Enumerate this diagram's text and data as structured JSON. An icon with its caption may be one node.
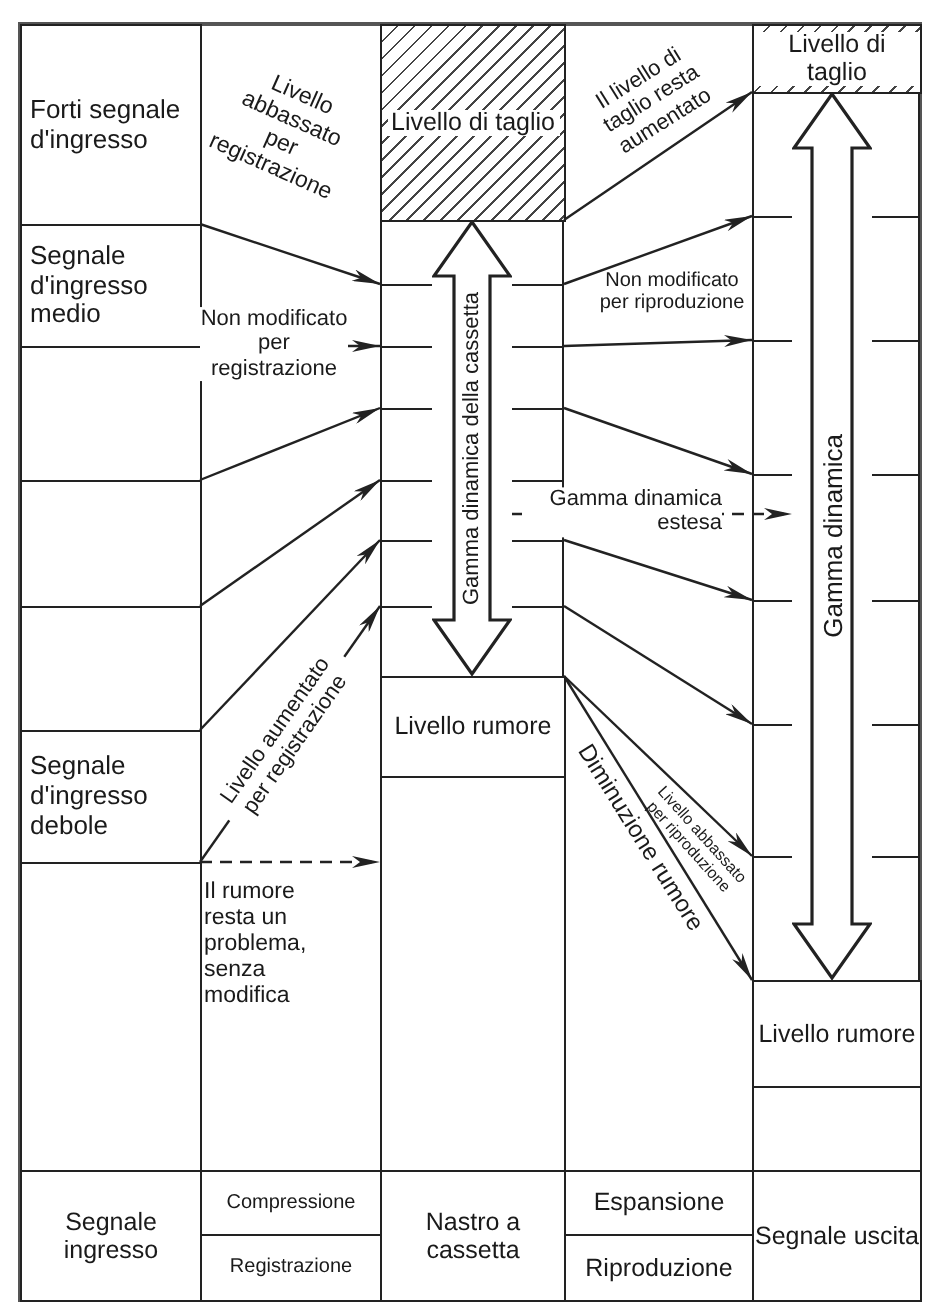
{
  "diagram": {
    "nodes": [
      {
        "text": [
          "Forti segnale d'ingresso"
        ]
      },
      {
        "text": [
          "Segnale d'ingresso medio"
        ]
      },
      {
        "text": [],
        "shape": "box"
      },
      {
        "text": [],
        "shape": "box"
      },
      {
        "text": [],
        "shape": "box"
      },
      {
        "text": [
          "Segnale d'ingresso debole"
        ]
      },
      {
        "text": [],
        "shape": "box"
      },
      {
        "text": [
          "Livello di taglio"
        ]
      },
      {
        "text": [],
        "shape": "box"
      },
      {
        "text": [],
        "shape": "box"
      },
      {
        "text": [],
        "shape": "box"
      },
      {
        "text": [],
        "shape": "box"
      },
      {
        "text": [],
        "shape": "box"
      },
      {
        "text": [],
        "shape": "box"
      },
      {
        "text": [],
        "shape": "box"
      },
      {
        "text": [],
        "shape": "box"
      },
      {
        "text": [],
        "shape": "box"
      },
      {
        "text": [],
        "shape": "box"
      },
      {
        "text": [],
        "shape": "box"
      },
      {
        "text": [],
        "shape": "box"
      },
      {
        "text": [],
        "shape": "box"
      },
      {
        "text": [
          "Livello rumore"
        ]
      },
      {
        "text": [],
        "shape": "box"
      },
      {
        "text": [
          "Gamma dinamica della cassetta"
        ]
      },
      {
        "text": [
          "Livello di taglio"
        ]
      },
      {
        "text": [],
        "shape": "box"
      },
      {
        "text": [],
        "shape": "box"
      },
      {
        "text": [],
        "shape": "box"
      },
      {
        "text": [],
        "shape": "box"
      },
      {
        "text": [],
        "shape": "box"
      },
      {
        "text": [],
        "shape": "box"
      },
      {
        "text": [],
        "shape": "box"
      },
      {
        "text": [],
        "shape": "box"
      },
      {
        "text": [],
        "shape": "box"
      },
      {
        "text": [],
        "shape": "box"
      },
      {
        "text": [],
        "shape": "box"
      },
      {
        "text": [],
        "shape": "box"
      },
      {
        "text": [],
        "shape": "box"
      },
      {
        "text": [
          "Livello rumore"
        ]
      },
      {
        "text": [],
        "shape": "box"
      },
      {
        "text": [
          "Gamma dinamica"
        ]
      },
      {
        "text": [
          "Segnale ingresso"
        ]
      },
      {
        "text": [
          "Compressione"
        ]
      },
      {
        "text": [
          "Registrazione"
        ]
      },
      {
        "text": [
          "Nastro a cassetta"
        ]
      },
      {
        "text": [
          "Espansione"
        ]
      },
      {
        "text": [
          "Riproduzione"
        ]
      },
      {
        "text": [
          "Segnale uscita"
        ]
      }
    ],
    "edges": [
      {
        "from": 1,
        "to": 10,
        "arrow": "to",
        "label": "Livello abbassato per registrazione"
      },
      {
        "from": 2,
        "to": 12,
        "arrow": "to",
        "label": "Non modificato per registrazione"
      },
      {
        "from": 3,
        "to": 14,
        "arrow": "to"
      },
      {
        "from": 4,
        "to": 16,
        "arrow": "to"
      },
      {
        "from": 5,
        "to": 17,
        "arrow": "to"
      },
      {
        "from": 6,
        "to": 19,
        "arrow": "to",
        "label": "Livello aumentato per registrazione"
      },
      {
        "from": 6,
        "to": 22,
        "arrow": "to",
        "style": "dashed",
        "label": "Il rumore resta un problema, senza modifica"
      },
      {
        "from": 9,
        "to": 25,
        "arrow": "to",
        "label": "Il livello di taglio resta aumentato"
      },
      {
        "from": 11,
        "to": 27,
        "arrow": "to"
      },
      {
        "from": 13,
        "to": 29,
        "arrow": "to",
        "label": "Non modificato per riproduzione"
      },
      {
        "from": 15,
        "to": 29,
        "arrow": "to"
      },
      {
        "from": 18,
        "to": 32,
        "arrow": "to"
      },
      {
        "from": 20,
        "to": 34,
        "arrow": "to"
      },
      {
        "from": 21,
        "to": 36,
        "arrow": "to",
        "label": "Livello abbassato per riproduzione"
      },
      {
        "from": 21,
        "to": 38,
        "arrow": "to",
        "label": "Diminuzione rumore"
      },
      {
        "from": 23,
        "to": 40,
        "arrow": "to",
        "style": "dashed",
        "label": "Gamma dinamica estesa"
      }
    ]
  }
}
